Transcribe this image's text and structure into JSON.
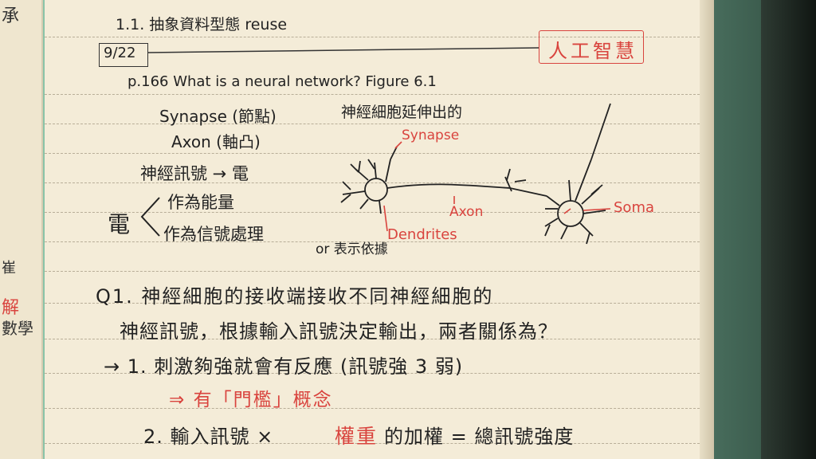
{
  "left_page": {
    "chars": [
      "承",
      "崔",
      "解",
      "數學"
    ]
  },
  "header_line": "1.1. 抽象資料型態  reuse",
  "date": "9/22",
  "title_box": "人工智慧",
  "reference": "p.166  What is a neural network?  Figure 6.1",
  "notes": {
    "synapse": "Synapse (節點)",
    "synapse_arrow_note": "神經細胞延伸出的",
    "axon": "Axon (軸凸)",
    "signal": "神經訊號 → 電",
    "elec": "電",
    "work1": "作為能量",
    "work2": "作為信號處理",
    "or_note": "or 表示依據"
  },
  "diagram_labels": {
    "synapse": "Synapse",
    "axon": "Axon",
    "dendrites": "Dendrites",
    "soma": "Soma"
  },
  "question": {
    "line1": "Q1. 神經細胞的接收端接收不同神經細胞的",
    "line2": "神經訊號，根據輸入訊號決定輸出，兩者關係為？",
    "answer1": "→ 1. 刺激夠強就會有反應 (訊號強 3 弱)",
    "answer1_note": "⇒ 有「門檻」概念",
    "answer2_a": "2. 輸入訊號 ×",
    "answer2_red": "權重",
    "answer2_b": "的加權 = 總訊號強度"
  }
}
